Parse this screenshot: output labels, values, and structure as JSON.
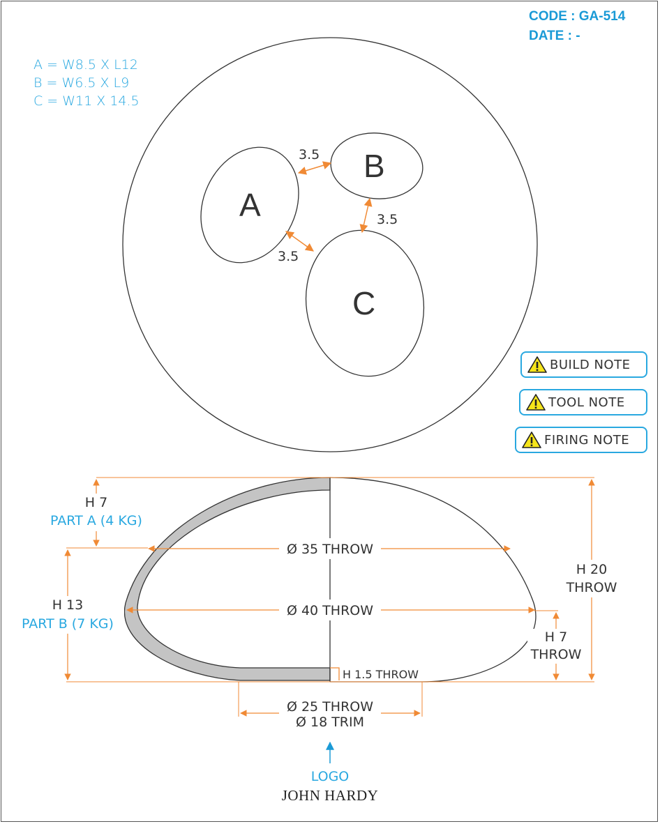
{
  "header": {
    "code": "CODE : GA-514",
    "date": "DATE : -"
  },
  "legend": {
    "a": "A = W8.5 X L12",
    "b": "B = W6.5 X L9",
    "c": "C = W11 X 14.5"
  },
  "shapes": {
    "a": "A",
    "b": "B",
    "c": "C"
  },
  "gaps": {
    "ab": "3.5",
    "bc": "3.5",
    "ac": "3.5"
  },
  "notes": {
    "build": "BUILD NOTE",
    "tool": "TOOL NOTE",
    "firing": "FIRING NOTE"
  },
  "profile": {
    "h7_part_a": "H 7",
    "part_a": "PART A (4 KG)",
    "h13_part_b": "H 13",
    "part_b": "PART B (7 KG)",
    "d35": "Ø 35 THROW",
    "d40": "Ø 40 THROW",
    "h20": "H 20",
    "h20_throw": "THROW",
    "h7_right": "H 7",
    "h7_right_throw": "THROW",
    "h15": "H 1.5 THROW",
    "d25": "Ø 25 THROW",
    "d18": "Ø 18 TRIM",
    "logo": "LOGO",
    "brand": "JOHN HARDY"
  },
  "colors": {
    "accent": "#29a8e0",
    "dimension": "#f08a35",
    "wall": "#c4c4c4",
    "line": "#333333"
  }
}
